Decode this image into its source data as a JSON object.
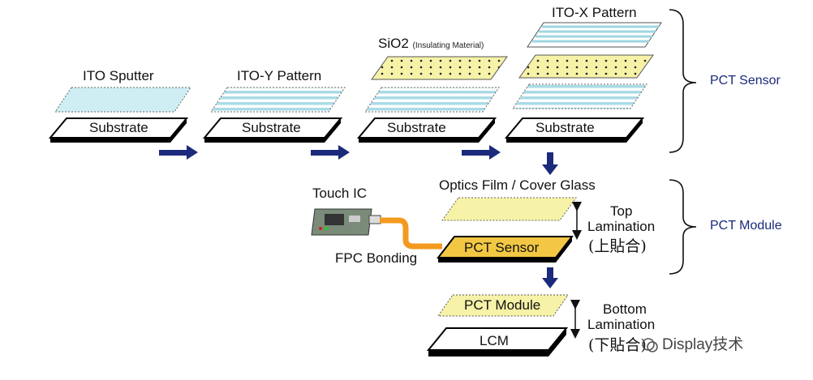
{
  "step1": {
    "label": "ITO Sputter",
    "substrate": "Substrate"
  },
  "step2": {
    "label": "ITO-Y Pattern",
    "substrate": "Substrate"
  },
  "step3": {
    "label_main": "SiO2",
    "label_sub": "(Insulating Material)",
    "substrate": "Substrate"
  },
  "step4": {
    "label": "ITO-X Pattern",
    "substrate": "Substrate"
  },
  "groups": {
    "sensor": "PCT Sensor",
    "module": "PCT Module"
  },
  "module_stage": {
    "optics": "Optics Film / Cover Glass",
    "touch_ic": "Touch IC",
    "fpc": "FPC Bonding",
    "sensor_plate": "PCT Sensor",
    "top_lam_1": "Top",
    "top_lam_2": "Lamination",
    "top_lam_cjk": "(上貼合)"
  },
  "final_stage": {
    "module_plate": "PCT Module",
    "lcm": "LCM",
    "bottom_lam_1": "Bottom",
    "bottom_lam_2": "Lamination",
    "bottom_lam_cjk": "(下貼合)"
  },
  "watermark": "Display技术",
  "colors": {
    "navy": "#1b2a7a",
    "ito": "#cfeef4",
    "sio2": "#f6f2a8",
    "sensor": "#f2c744",
    "fpc": "#f39a1e"
  }
}
